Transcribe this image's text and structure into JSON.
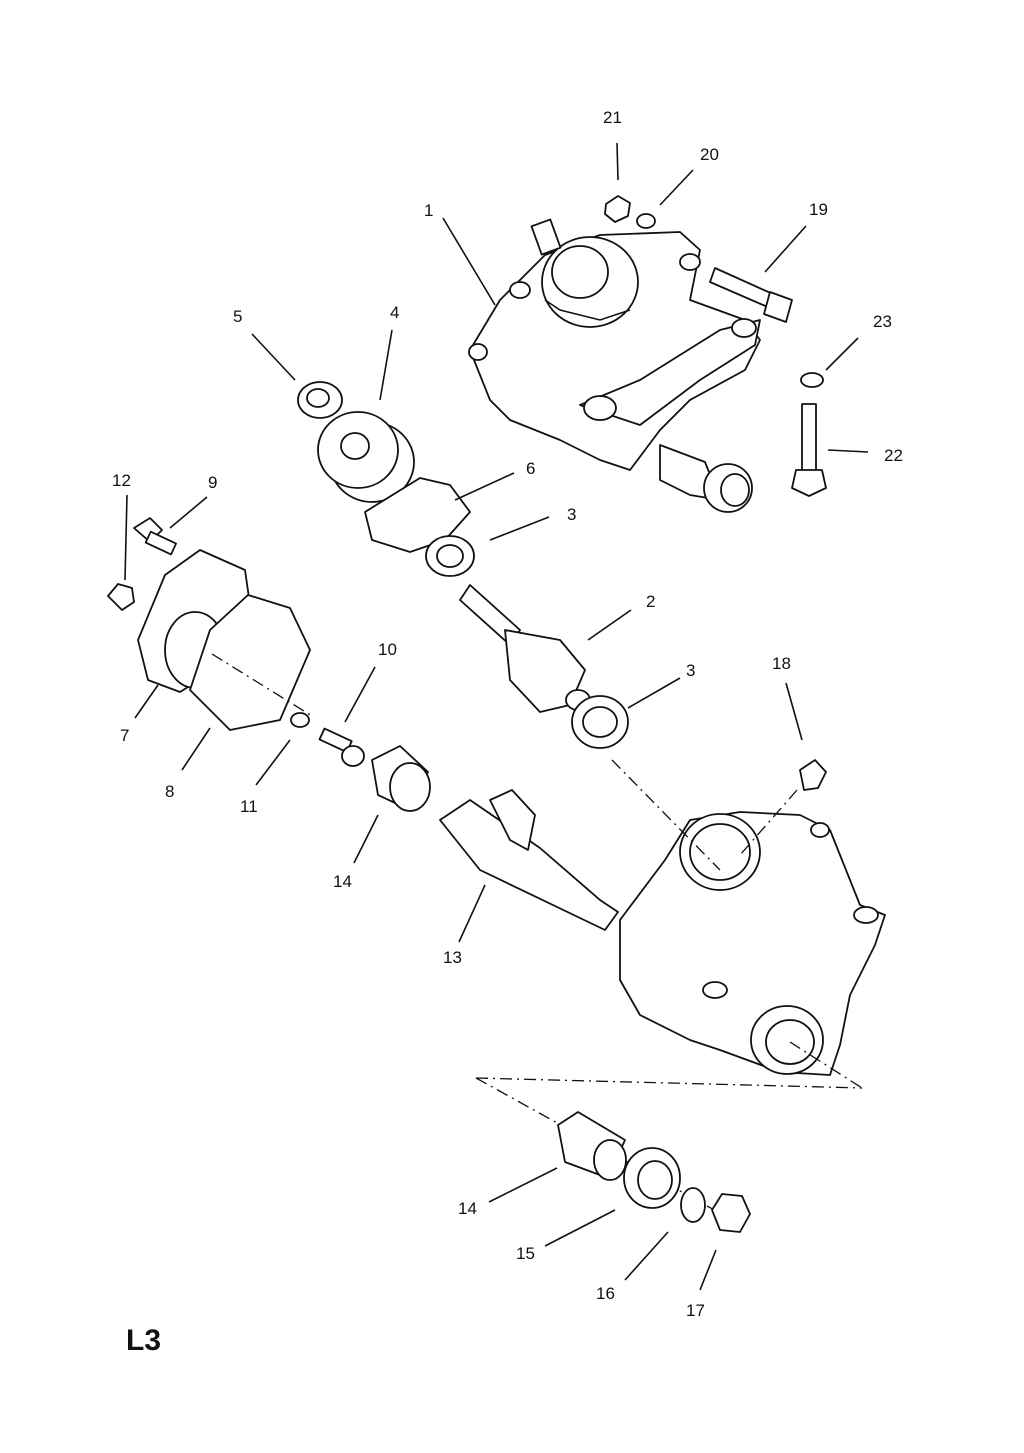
{
  "diagram": {
    "page_code": "L3",
    "callouts": [
      "1",
      "2",
      "3",
      "3",
      "4",
      "5",
      "6",
      "7",
      "8",
      "9",
      "10",
      "11",
      "12",
      "13",
      "14",
      "14",
      "15",
      "16",
      "17",
      "18",
      "19",
      "20",
      "21",
      "22",
      "23"
    ]
  }
}
